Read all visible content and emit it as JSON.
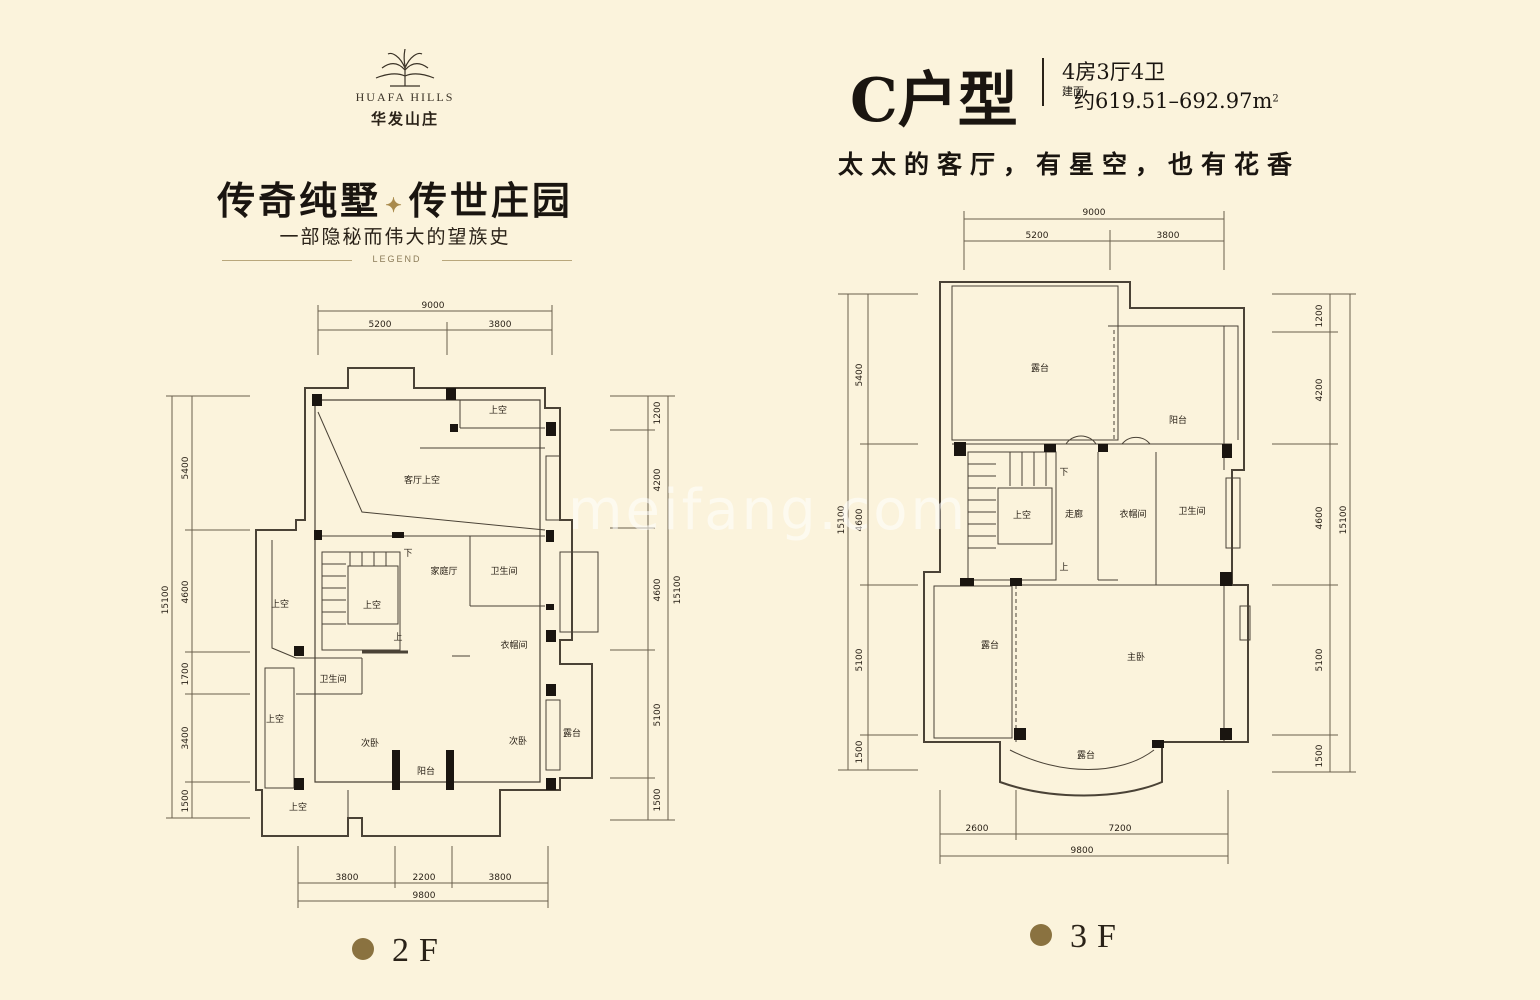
{
  "brand": {
    "name_en": "HUAFA HILLS",
    "name_cn": "华发山庄"
  },
  "slogan": {
    "left": "传奇纯墅",
    "right": "传世庄园",
    "subtitle": "一部隐秘而伟大的望族史",
    "legend": "LEGEND"
  },
  "unit": {
    "type": "C户型",
    "rooms": "4房3厅4卫",
    "area_label": "建面",
    "area_value": "约619.51–692.97m",
    "area_unit_sup": "2",
    "tagline": "太太的客厅，有星空，也有花香"
  },
  "watermark": "meifang.com",
  "floor2": {
    "label": "2F",
    "dims_top": {
      "total": "9000",
      "a": "5200",
      "b": "3800"
    },
    "dims_bottom": {
      "a": "3800",
      "b": "2200",
      "c": "3800",
      "total": "9800"
    },
    "dims_left": {
      "a": "5400",
      "b": "4600",
      "c": "1700",
      "d": "3400",
      "e": "1500",
      "total": "15100"
    },
    "dims_right": {
      "a": "1200",
      "b": "4200",
      "c": "4600",
      "d": "5100",
      "e": "1500",
      "total": "15100"
    },
    "rooms": {
      "living_void": "客厅上空",
      "void_top": "上空",
      "void_stair": "上空",
      "void_left1": "上空",
      "void_left2": "上空",
      "void_bottom": "上空",
      "family_hall": "家庭厅",
      "bath1": "卫生间",
      "bath2": "卫生间",
      "closet": "衣帽间",
      "bedroom1": "次卧",
      "bedroom2": "次卧",
      "balcony": "阳台",
      "terrace": "露台",
      "stair_down": "下",
      "stair_up": "上"
    }
  },
  "floor3": {
    "label": "3F",
    "dims_top": {
      "total": "9000",
      "a": "5200",
      "b": "3800"
    },
    "dims_bottom": {
      "a": "2600",
      "b": "7200",
      "total": "9800"
    },
    "dims_left": {
      "a": "5400",
      "b": "4600",
      "c": "5100",
      "d": "1500",
      "total": "15100"
    },
    "dims_right": {
      "a": "1200",
      "b": "4200",
      "c": "4600",
      "d": "5100",
      "e": "1500",
      "total": "15100"
    },
    "rooms": {
      "terrace_top": "露台",
      "balcony": "阳台",
      "void_stair": "上空",
      "corridor": "走廊",
      "closet": "衣帽间",
      "bath": "卫生间",
      "terrace_left": "露台",
      "master": "主卧",
      "terrace_bottom": "露台",
      "stair_down": "下",
      "stair_up": "上"
    }
  }
}
